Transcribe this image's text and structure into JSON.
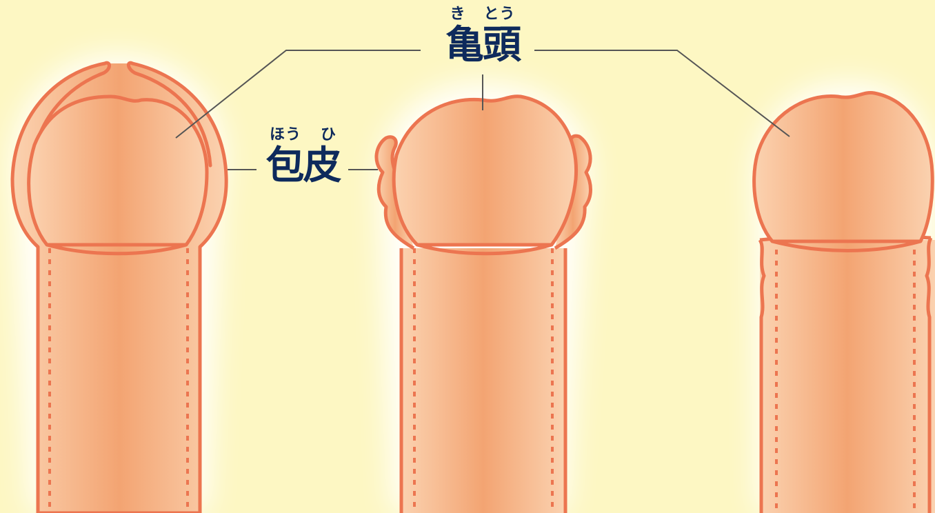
{
  "labels": {
    "glans": {
      "text": "亀頭",
      "ruby_left": "き",
      "ruby_right": "とう"
    },
    "foreskin": {
      "text": "包皮",
      "ruby_left": "ほう",
      "ruby_right": "ひ"
    }
  },
  "colors": {
    "background": "#fdf7c3",
    "glow": "#ffffff",
    "skin_light": "#fbc9a0",
    "skin_mid": "#f3a674",
    "outline": "#ec7550",
    "leader_line": "#555555",
    "label_text": "#0e2a5c"
  }
}
